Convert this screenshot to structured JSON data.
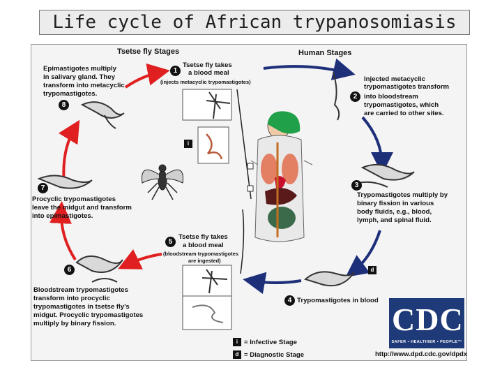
{
  "title": "Life cycle of African trypanosomiasis",
  "headings": {
    "tsetse": "Tsetse fly Stages",
    "human": "Human Stages"
  },
  "steps": [
    {
      "n": "1",
      "lines": [
        "Tsetse fly takes",
        "a blood meal",
        "(injects metacyclic trypomastigotes)"
      ]
    },
    {
      "n": "2",
      "lines": [
        "Injected metacyclic",
        "trypomastigotes transform",
        "into bloodstream",
        "trypomastigotes, which",
        "are carried to other sites."
      ]
    },
    {
      "n": "3",
      "lines": [
        "Trypomastigotes multiply by",
        "binary fission in various",
        "body fluids, e.g., blood,",
        "lymph, and spinal fluid."
      ]
    },
    {
      "n": "4",
      "lines": [
        "Trypomastigotes in blood"
      ]
    },
    {
      "n": "5",
      "lines": [
        "Tsetse fly takes",
        "a blood meal",
        "(bloodstream trypomastigotes",
        "are ingested)"
      ]
    },
    {
      "n": "6",
      "lines": [
        "Bloodstream trypomastigotes",
        "transform into procyclic",
        "trypomastigotes in tsetse fly's",
        "midgut. Procyclic trypomastigotes",
        "multiply by binary fission."
      ]
    },
    {
      "n": "7",
      "lines": [
        "Procyclic trypomastigotes",
        "leave the midgut and transform",
        "into epimastigotes."
      ]
    },
    {
      "n": "8",
      "lines": [
        "Epimastigotes multiply",
        "in salivary gland. They",
        "transform into metacyclic",
        "trypomastigotes."
      ]
    }
  ],
  "legend": {
    "infective_tag": "i",
    "infective": "= Infective Stage",
    "diagnostic_tag": "d",
    "diagnostic": "= Diagnostic Stage"
  },
  "cdc": {
    "logo": "CDC",
    "tagline": "SAFER • HEALTHIER • PEOPLE™"
  },
  "url": "http://www.dpd.cdc.gov/dpdx",
  "colors": {
    "tsetse_arrows": "#e02020",
    "human_arrows": "#1e2f7a",
    "cdc_blue": "#1e3a78"
  }
}
